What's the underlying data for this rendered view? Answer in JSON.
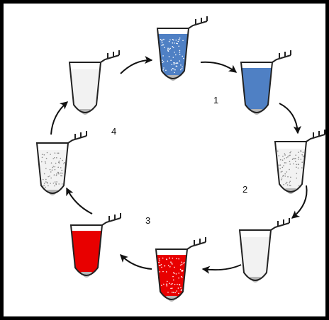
{
  "diagram": {
    "step_labels": [
      "1",
      "2",
      "3",
      "4"
    ],
    "colors": {
      "frame": "#000000",
      "tube_outline": "#222222",
      "tube_empty": "#f2f2f2",
      "bottom_grey": "#b5b5b5",
      "blue_liquid": "#4f80c4",
      "red_liquid": "#e80000",
      "arrow": "#111111"
    },
    "tubes": [
      {
        "id": "blue-speckled",
        "fill": "blue",
        "speckles": true
      },
      {
        "id": "blue-clear",
        "fill": "blue",
        "speckles": false
      },
      {
        "id": "white-speckled-right",
        "fill": "white",
        "speckles": true
      },
      {
        "id": "white-clear-bottom-right",
        "fill": "white",
        "speckles": false
      },
      {
        "id": "red-speckled",
        "fill": "red",
        "speckles": true
      },
      {
        "id": "red-clear",
        "fill": "red",
        "speckles": false
      },
      {
        "id": "white-speckled-left",
        "fill": "white",
        "speckles": true
      },
      {
        "id": "white-clear-top-left",
        "fill": "white",
        "speckles": false
      }
    ],
    "arrow_count": 8
  }
}
